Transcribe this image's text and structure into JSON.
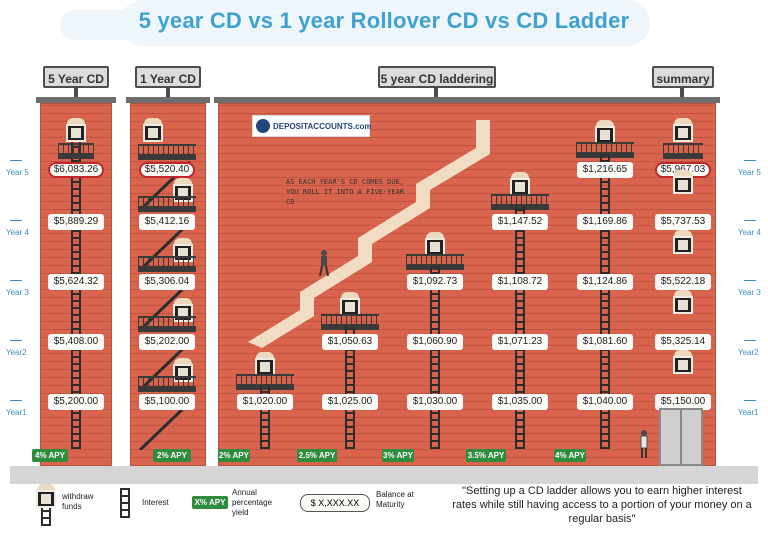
{
  "title": "5 year CD vs 1 year Rollover CD vs CD Ladder",
  "signs": {
    "five_year": "5 Year CD",
    "one_year": "1 Year CD",
    "ladder": "5 year CD laddering",
    "summary": "summary"
  },
  "year_labels": [
    "Year 5",
    "Year 4",
    "Year 3",
    "Year2",
    "Year1"
  ],
  "logo_text": "DEPOSITACCOUNTS.com",
  "callout": "AS EACH YEAR'S CD COMES DUE, YOU ROLL IT INTO A FIVE-YEAR CD",
  "five_year_cd": {
    "values": [
      "$6,083.26",
      "$5,889.29",
      "$5,624.32",
      "$5,408.00",
      "$5,200.00"
    ],
    "apy": "4% APY"
  },
  "one_year_cd": {
    "values": [
      "$5,520.40",
      "$5,412.16",
      "$5,306.04",
      "$5,202.00",
      "$5,100.00"
    ],
    "apy": "2% APY"
  },
  "ladder": {
    "columns": [
      {
        "values": [
          "$1,020.00"
        ],
        "apy": "2% APY"
      },
      {
        "values": [
          "$1,050.63",
          "$1,025.00"
        ],
        "apy": "2.5% APY"
      },
      {
        "values": [
          "$1,092.73",
          "$1,060.90",
          "$1,030.00"
        ],
        "apy": "3% APY"
      },
      {
        "values": [
          "$1,147.52",
          "$1,108.72",
          "$1,071.23",
          "$1,035.00"
        ],
        "apy": "3.5% APY"
      },
      {
        "values": [
          "$1,216.65",
          "$1,169.86",
          "$1,124.86",
          "$1,081.60",
          "$1,040.00"
        ],
        "apy": "4% APY"
      }
    ]
  },
  "summary": {
    "values": [
      "$5,967.03",
      "$5,737.53",
      "$5,522.18",
      "$5,325.14",
      "$5,150.00"
    ]
  },
  "legend": {
    "withdraw": "withdraw funds",
    "interest": "Interest",
    "apy_badge": "X% APY",
    "apy_text": "Annual percentage yield",
    "balance_badge": "$ X,XXX.XX",
    "balance_text": "Balance at Maturity"
  },
  "quote": "\"Setting up a CD ladder allows you to earn higher interest rates while still having access to a portion of your money on a regular basis\"",
  "colors": {
    "title": "#3fa1d0",
    "brick": "#d9644e",
    "apy": "#2f8c3f",
    "highlight": "#c2262d"
  }
}
